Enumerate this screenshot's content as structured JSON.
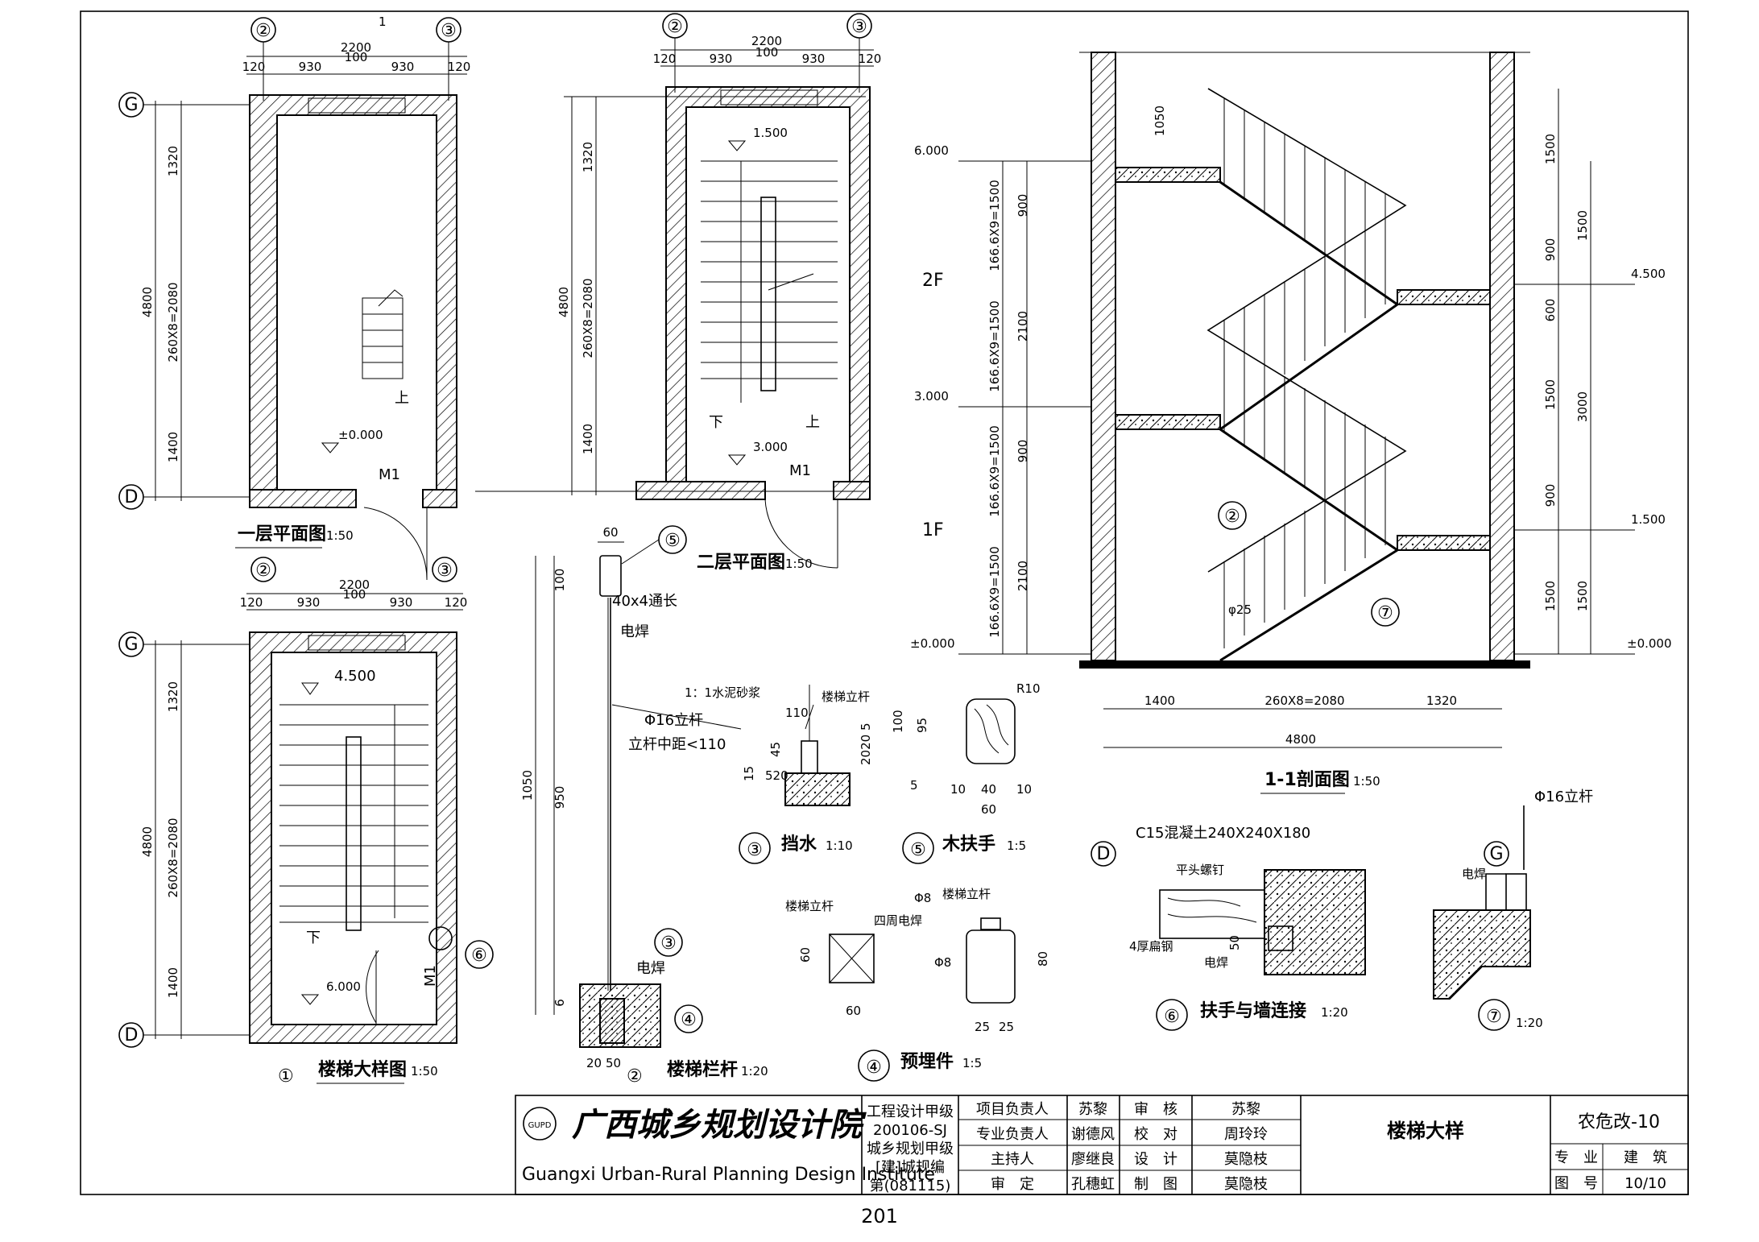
{
  "axes": {
    "a2": "②",
    "a3": "③",
    "aG": "G",
    "aD": "D",
    "s1": "1"
  },
  "dims": {
    "d2200": "2200",
    "d930": "930",
    "d100": "100",
    "d120": "120",
    "d4800": "4800",
    "d1320": "1320",
    "d1400": "1400",
    "dStair": "260X8=2080",
    "d60": "60",
    "d1050": "1050",
    "d950": "950",
    "d20": "20",
    "d50": "50",
    "d6": "6",
    "d110": "110",
    "d45": "45",
    "d15": "15",
    "d520": "520",
    "d20_5": "2020 5",
    "d95": "95",
    "d5": "5",
    "d10": "10",
    "d40": "40",
    "d80": "80",
    "d25": "25",
    "r10": "R10",
    "d900": "900",
    "d2100": "2100",
    "d1500": "1500",
    "d600": "600",
    "d3000": "3000",
    "dFlight": "166.6X9=1500"
  },
  "elev": {
    "e0": "±0.000",
    "e1500": "1.500",
    "e3000": "3.000",
    "e4500": "4.500",
    "e6000": "6.000"
  },
  "floors": {
    "f1": "1F",
    "f2": "2F"
  },
  "plan_labels": {
    "door": "M1",
    "up": "上",
    "down": "下"
  },
  "titles": {
    "plan1": "一层平面图",
    "plan1_scale": "1:50",
    "plan2": "二层平面图",
    "plan2_scale": "1:50",
    "plan3": "楼梯大样图",
    "plan3_scale": "1:50",
    "plan3_no": "①",
    "section": "1-1剖面图",
    "section_scale": "1:50",
    "rail": "楼梯栏杆",
    "rail_scale": "1:20",
    "rail_no": "②",
    "water": "挡水",
    "water_scale": "1:10",
    "water_no": "③",
    "embed": "预埋件",
    "embed_scale": "1:5",
    "embed_no": "④",
    "wood": "木扶手",
    "wood_scale": "1:5",
    "wood_no": "⑤",
    "wallconn": "扶手与墙连接",
    "wallconn_scale": "1:20",
    "wallconn_no": "⑥",
    "d7_no": "⑦",
    "d7_scale": "1:20"
  },
  "notes": {
    "flat": "40x4通长",
    "weld": "电焊",
    "post": "Φ16立杆",
    "spacing": "立杆中距<110",
    "mortar": "1：1水泥砂浆",
    "railpost": "楼梯立杆",
    "phi8": "Φ8",
    "weld4": "四周电焊",
    "c15": "C15混凝土240X240X180",
    "screw": "平头螺钉",
    "steel": "4厚扁钢",
    "phi25": "φ25",
    "c3": "③",
    "c4": "④",
    "c5": "⑤",
    "c6": "⑥",
    "c7": "⑦",
    "c2": "②"
  },
  "titleblock": {
    "institute_cn": "广西城乡规划设计院",
    "institute_en": "Guangxi Urban-Rural Planning Design Institute",
    "logo": "GUPD",
    "cert1": "工程设计甲级",
    "cert2": "200106-SJ",
    "cert3": "城乡规划甲级",
    "cert4": "[建]城规编",
    "cert5": "第(081115)",
    "r1": "项目负责人",
    "r2": "专业负责人",
    "r3": "主持人",
    "r4": "审　定",
    "n1": "苏黎",
    "n2": "谢德风",
    "n3": "廖继良",
    "n4": "孔穗虹",
    "r5": "审　核",
    "r6": "校　对",
    "r7": "设　计",
    "r8": "制　图",
    "n5": "苏黎",
    "n6": "周玲玲",
    "n7": "莫隐枝",
    "n8": "莫隐枝",
    "drawing": "楼梯大样",
    "code": "农危改-10",
    "spec_label": "专　业",
    "spec": "建　筑",
    "no_label": "图　号",
    "no": "10/10"
  },
  "page_number": "201"
}
